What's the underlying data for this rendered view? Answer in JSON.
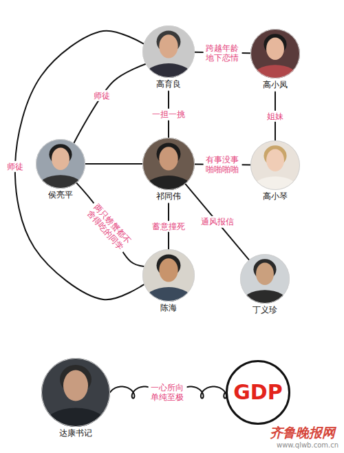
{
  "diagram": {
    "nodes": [
      {
        "text": [
          "高育良"
        ]
      },
      {
        "text": [
          "高小凤"
        ]
      },
      {
        "text": [
          "侯亮平"
        ]
      },
      {
        "text": [
          "祁同伟"
        ]
      },
      {
        "text": [
          "高小琴"
        ]
      },
      {
        "text": [
          "陈海"
        ]
      },
      {
        "text": [
          "丁义珍"
        ]
      },
      {
        "text": [
          "达康书记"
        ]
      },
      {
        "text": [
          "GDP"
        ]
      }
    ],
    "edges": [
      {
        "from": 0,
        "to": 1,
        "label": "跨越年龄 地下恋情",
        "arrow": "none"
      },
      {
        "from": 0,
        "to": 2,
        "label": "师徒",
        "arrow": "none"
      },
      {
        "from": 0,
        "to": 5,
        "label": "师徒",
        "arrow": "none"
      },
      {
        "from": 0,
        "to": 3,
        "label": "一担一挑",
        "arrow": "none"
      },
      {
        "from": 1,
        "to": 4,
        "label": "姐妹",
        "arrow": "none"
      },
      {
        "from": 2,
        "to": 3,
        "arrow": "none"
      },
      {
        "from": 3,
        "to": 4,
        "label": "有事没事 啪啪啪啪",
        "arrow": "none"
      },
      {
        "from": 3,
        "to": 5,
        "label": "蓄意撞死",
        "arrow": "none"
      },
      {
        "from": 3,
        "to": 6,
        "label": "通风报信",
        "arrow": "none"
      },
      {
        "from": 2,
        "to": 5,
        "label": "两只螃蟹都不 舍得吃的同学",
        "arrow": "none"
      },
      {
        "from": 7,
        "to": 8,
        "label": "一心所向 单纯至极",
        "arrow": "none"
      }
    ],
    "labels": [
      "齐鲁晚报网",
      "www.qlwb.com.cn"
    ]
  }
}
